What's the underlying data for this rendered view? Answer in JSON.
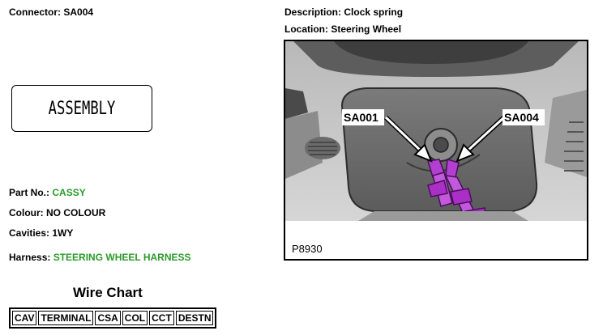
{
  "connector": {
    "label": "Connector:",
    "value": "SA004"
  },
  "description": {
    "label": "Description:",
    "value": "Clock spring"
  },
  "location": {
    "label": "Location:",
    "value": "Steering Wheel"
  },
  "assembly_text": "ASSEMBLY",
  "part_no": {
    "label": "Part No.:",
    "value": "CASSY"
  },
  "colour": {
    "label": "Colour:",
    "value": "NO COLOUR"
  },
  "cavities": {
    "label": "Cavities:",
    "value": "1WY"
  },
  "harness": {
    "label": "Harness:",
    "value": "STEERING WHEEL HARNESS"
  },
  "wire_chart": {
    "title": "Wire Chart",
    "columns": [
      "CAV",
      "TERMINAL",
      "CSA",
      "COL",
      "CCT",
      "DESTN"
    ]
  },
  "figure": {
    "callout_left": "SA001",
    "callout_right": "SA004",
    "code": "P8930",
    "connector_color": "#b23fd0"
  }
}
